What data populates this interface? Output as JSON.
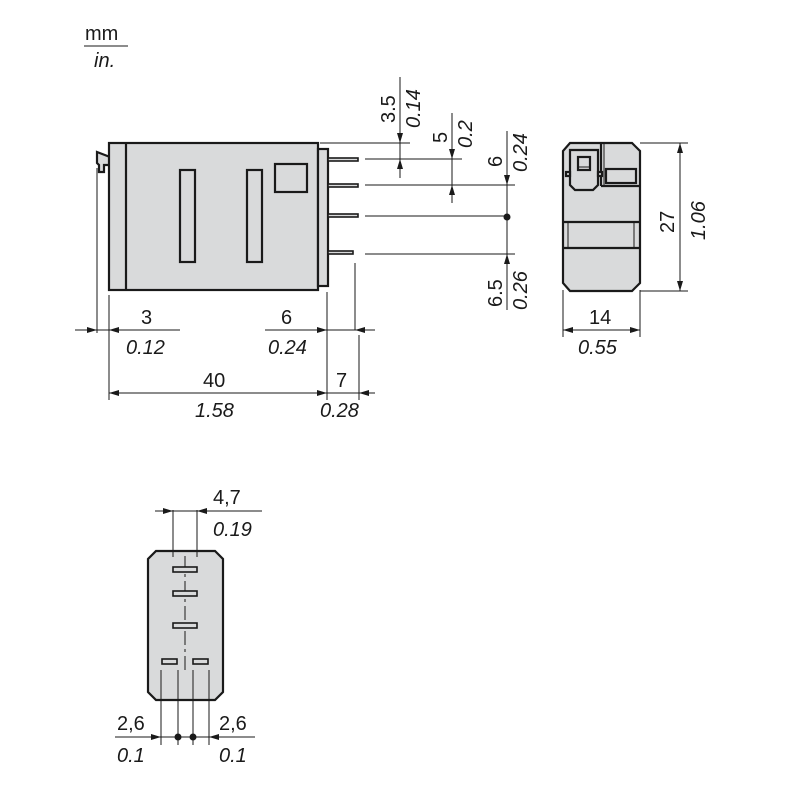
{
  "units": {
    "primary": "mm",
    "secondary": "in."
  },
  "colors": {
    "body_fill": "#d9dadb",
    "line": "#1a1a1a",
    "background": "#ffffff"
  },
  "side_view": {
    "dimensions": {
      "pin_top_offset": {
        "mm": "3.5",
        "in": "0.14"
      },
      "pin_pitch_1": {
        "mm": "5",
        "in": "0.2"
      },
      "pin_pitch_2": {
        "mm": "6",
        "in": "0.24"
      },
      "pin_pitch_3": {
        "mm": "6.5",
        "in": "0.26"
      },
      "clip_width": {
        "mm": "3",
        "in": "0.12"
      },
      "base_width": {
        "mm": "6",
        "in": "0.24"
      },
      "body_length": {
        "mm": "40",
        "in": "1.58"
      },
      "pin_length": {
        "mm": "7",
        "in": "0.28"
      }
    }
  },
  "end_view": {
    "dimensions": {
      "height": {
        "mm": "27",
        "in": "1.06"
      },
      "width": {
        "mm": "14",
        "in": "0.55"
      }
    }
  },
  "bottom_view": {
    "dimensions": {
      "pin_spacing": {
        "mm": "4,7",
        "in": "0.19"
      },
      "left_offset": {
        "mm": "2,6",
        "in": "0.1"
      },
      "right_offset": {
        "mm": "2,6",
        "in": "0.1"
      }
    }
  }
}
